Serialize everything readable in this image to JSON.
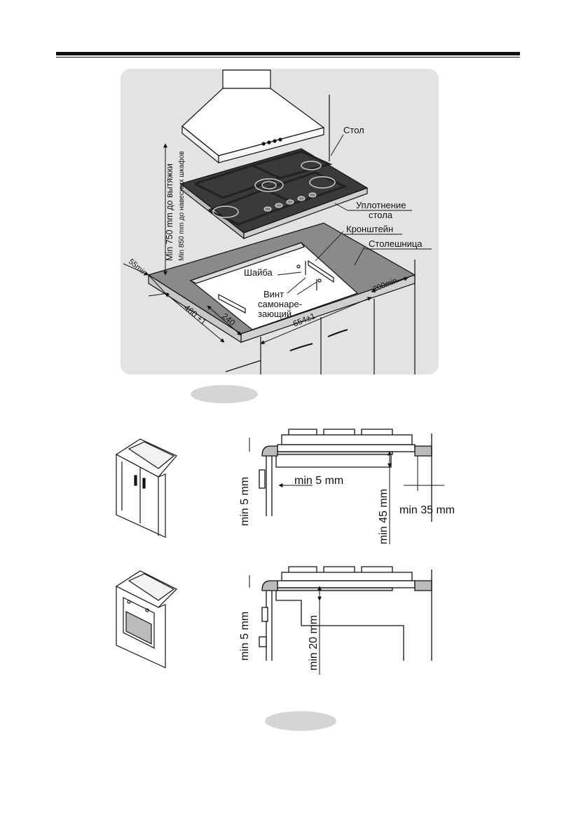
{
  "installation": {
    "labels": {
      "table": "Стол",
      "seal": "Уплотнение",
      "seal2": "стола",
      "bracket": "Кронштейн",
      "countertop": "Столешница",
      "washer": "Шайба",
      "screw1": "Винт",
      "screw2": "самонаре-",
      "screw3": "зающий"
    },
    "dims": {
      "hood": "Min 750 mm до вытяжки",
      "cabinet": "Min 850 mm до навесных шкафов",
      "front": "55min",
      "side": "200min",
      "depth": "480 +1",
      "half": "240",
      "width": "654±1"
    }
  },
  "section_cabinet": {
    "top": "min 5 mm",
    "gap": "min 5 mm",
    "under": "min 45 mm",
    "wall": "min 35 mm"
  },
  "section_oven": {
    "top": "min 5 mm",
    "under": "min 20 mm"
  },
  "colors": {
    "panel": "#e3e3e3",
    "pill": "#d4d4d4",
    "glass": "#3a3a3a"
  }
}
